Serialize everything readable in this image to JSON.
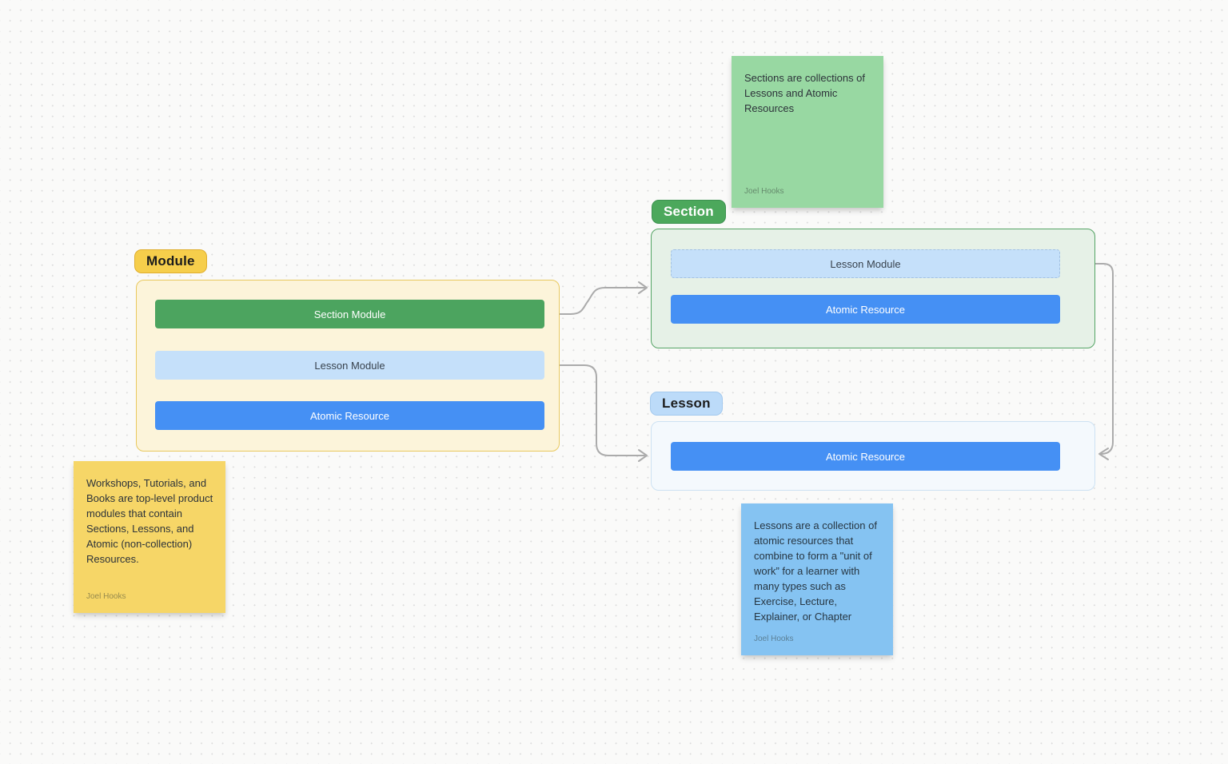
{
  "board": {
    "type": "whiteboard-diagram",
    "colors": {
      "background": "#fafaf9",
      "dot_grid": "#dcdcdc",
      "connector": "#ababab",
      "green_bar": "#4ca45f",
      "blue_bar": "#4590f4",
      "lightblue_bar": "#c5e0fa",
      "module_frame": "#fcf4da",
      "section_frame": "#e6f1e7",
      "lesson_frame": "#f4f9fd",
      "sticky_green": "#98d8a2",
      "sticky_yellow": "#f6d667",
      "sticky_blue": "#85c3f2"
    }
  },
  "labels": {
    "module": {
      "text": "Module",
      "fill": "#f6ce4b"
    },
    "section": {
      "text": "Section",
      "fill": "#4ca85c"
    },
    "lesson": {
      "text": "Lesson",
      "fill": "#bcdbf9"
    }
  },
  "containers": {
    "module": {
      "bars": [
        {
          "label": "Section Module",
          "style": "green"
        },
        {
          "label": "Lesson Module",
          "style": "lightblue"
        },
        {
          "label": "Atomic Resource",
          "style": "blue"
        }
      ]
    },
    "section": {
      "bars": [
        {
          "label": "Lesson Module",
          "style": "lightblue"
        },
        {
          "label": "Atomic Resource",
          "style": "blue"
        }
      ]
    },
    "lesson": {
      "bars": [
        {
          "label": "Atomic Resource",
          "style": "blue"
        }
      ]
    }
  },
  "stickies": {
    "section_note": {
      "text": "Sections are collections of Lessons and Atomic Resources",
      "author": "Joel Hooks"
    },
    "module_note": {
      "text": "Workshops, Tutorials, and Books are top-level product modules that contain Sections, Lessons, and Atomic (non-collection) Resources.",
      "author": "Joel Hooks"
    },
    "lesson_note": {
      "text": "Lessons are a collection of atomic resources that combine to form a \"unit of work” for a learner with many types such as Exercise, Lecture, Explainer, or Chapter",
      "author": "Joel Hooks"
    }
  }
}
